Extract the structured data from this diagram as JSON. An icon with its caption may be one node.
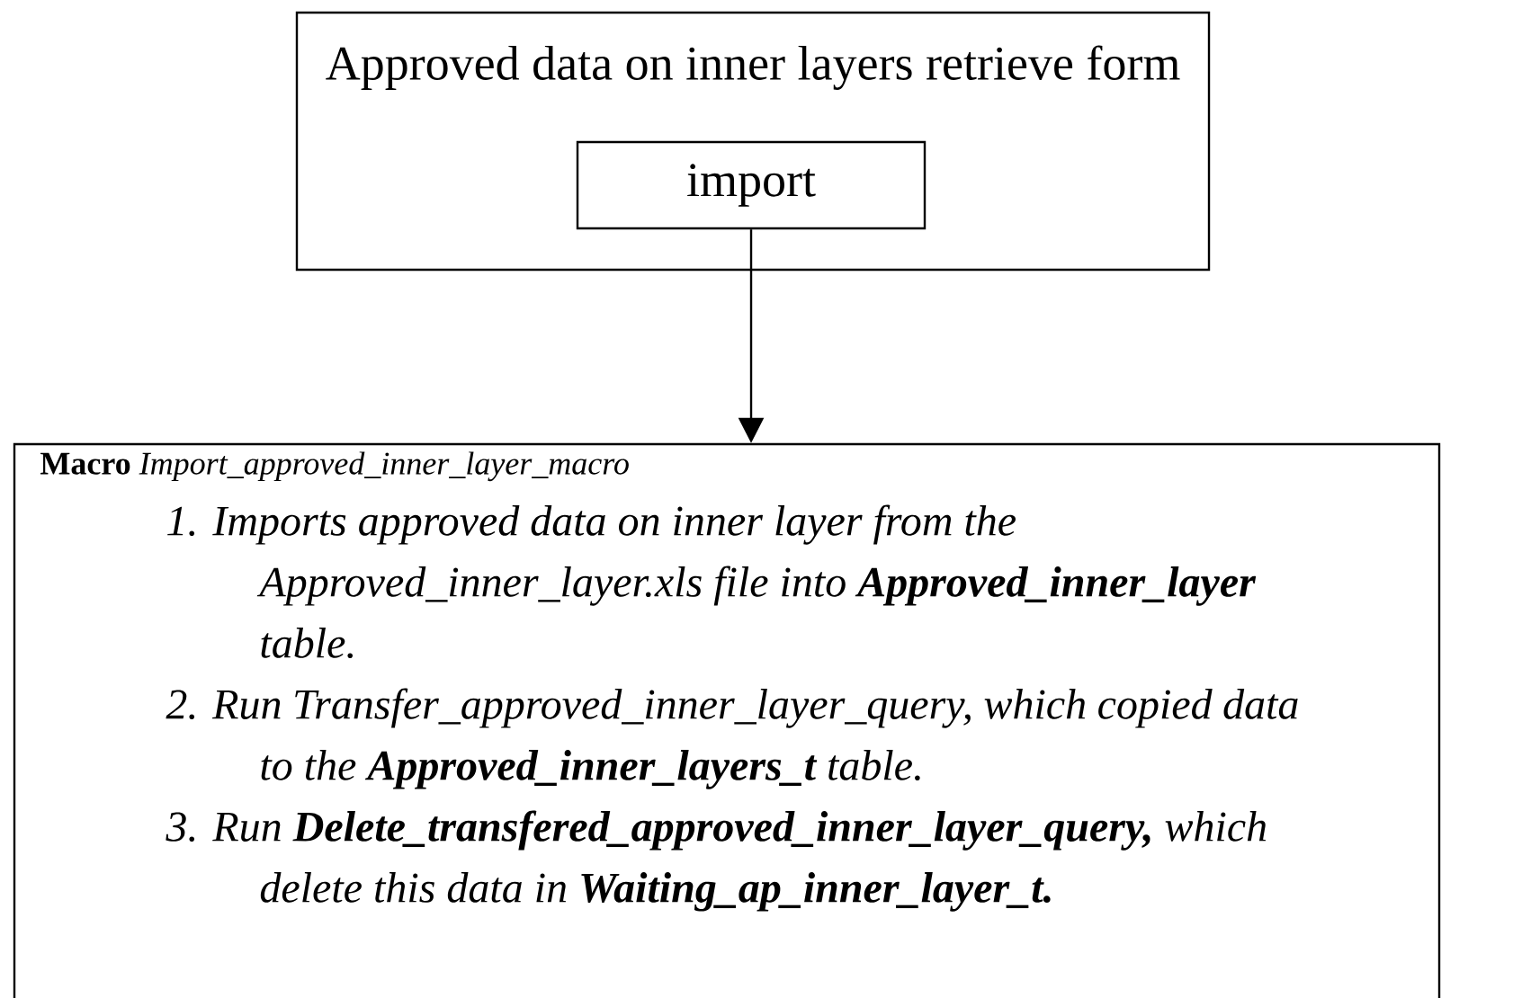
{
  "diagram": {
    "nodes": [
      {
        "text": [
          "Approved data on inner layers retrieve form"
        ]
      },
      {
        "text": [
          "import"
        ],
        "in": 0
      },
      {
        "text": [
          "**Macro** *Import_approved_inner_layer_macro*",
          "1. Imports approved data on inner layer from the Approved_inner_layer.xls file into **Approved_inner_layer** table.",
          "2. Run Transfer_approved_inner_layer_query, which copied data to the **Approved_inner_layers_t** table.",
          "3. Run **Delete_transfered_approved_inner_layer_query,** which delete this data in **Waiting_ap_inner_layer_t.**"
        ]
      }
    ],
    "edges": [
      {
        "from": 1,
        "to": 2,
        "arrow": "to"
      }
    ]
  }
}
